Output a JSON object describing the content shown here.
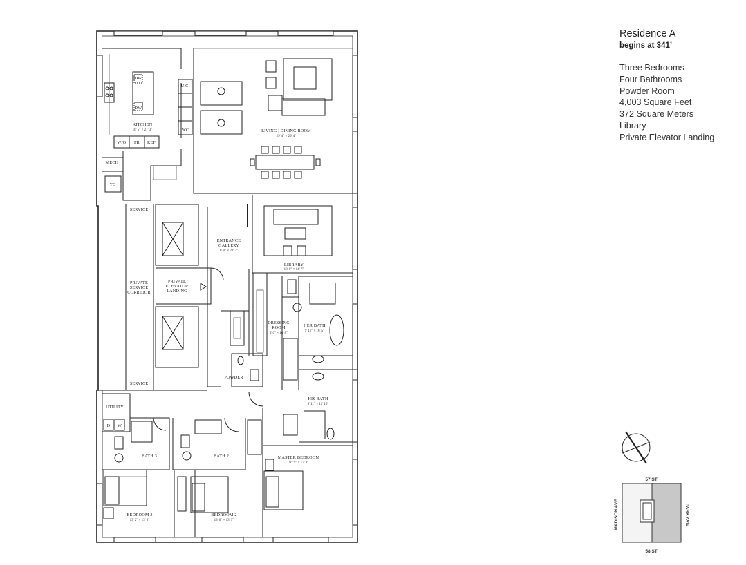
{
  "residence": {
    "title": "Residence A",
    "subtitle": "begins at 341’",
    "features": [
      "Three Bedrooms",
      "Four Bathrooms",
      "Powder Room",
      "4,003 Square Feet",
      "372 Square Meters",
      "Library",
      "Private Elevator Landing"
    ]
  },
  "rooms": {
    "kitchen": {
      "name": "KITCHEN",
      "dims": "16' 5\" × 21' 3\""
    },
    "living": {
      "name": "LIVING | DINING ROOM",
      "dims": "29' 4\" × 29' 4\""
    },
    "library": {
      "name": "LIBRARY",
      "dims": "18' 8\" × 14' 7\""
    },
    "entrance": {
      "name_l1": "ENTRANCE",
      "name_l2": "GALLERY",
      "dims": "6' 8\" × 21' 2\""
    },
    "elevator": {
      "l1": "PRIVATE",
      "l2": "ELEVATOR",
      "l3": "LANDING"
    },
    "corridor": {
      "l1": "PRIVATE",
      "l2": "SERVICE",
      "l3": "CORRIDOR"
    },
    "service_top": "SERVICE",
    "service_bottom": "SERVICE",
    "dressing": {
      "l1": "DRESSING",
      "l2": "ROOM",
      "dims": "8' 0\" × 10' 8\""
    },
    "her_bath": {
      "name": "HER BATH",
      "dims": "9' 11\" × 16' 5\""
    },
    "his_bath": {
      "name": "HIS BATH",
      "dims": "9' 11\" × 11' 10\""
    },
    "powder": "POWDER",
    "utility": "UTILITY",
    "bath3": "BATH 3",
    "bath2": "BATH 2",
    "master": {
      "name": "MASTER BEDROOM",
      "dims": "16' 9\" × 17' 8\""
    },
    "bedroom3": {
      "name": "BEDROOM 3",
      "dims": "13' 2\" × 13' 0\""
    },
    "bedroom2": {
      "name": "BEDROOM 2",
      "dims": "13' 0\" × 13' 9\""
    },
    "mech": "MECH",
    "tc": "TC",
    "wo": "W/O",
    "fr": "FR",
    "ref": "REF",
    "dw1": "DW",
    "dw2": "DW",
    "uc": "U.C.",
    "wc": "WC",
    "d": "D",
    "w": "W"
  },
  "key_plan": {
    "north": "57 ST",
    "south": "58 ST",
    "west": "MADISON AVE",
    "east": "PARK AVE"
  }
}
